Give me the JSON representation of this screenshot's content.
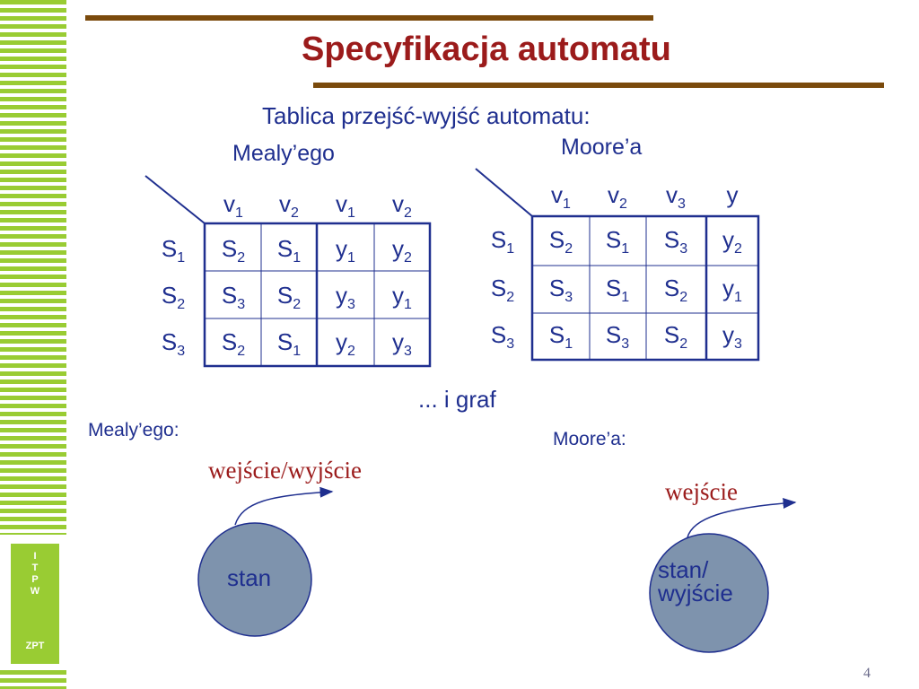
{
  "title": "Specyfikacja automatu",
  "subtitle": "Tablica przejść-wyjść automatu:",
  "mealy": {
    "label": "Mealy’ego",
    "columns": [
      [
        "v",
        "1"
      ],
      [
        "v",
        "2"
      ],
      [
        "v",
        "1"
      ],
      [
        "v",
        "2"
      ]
    ],
    "rows": [
      {
        "state": [
          "S",
          "1"
        ],
        "cells": [
          [
            "S",
            "2"
          ],
          [
            "S",
            "1"
          ],
          [
            "y",
            "1"
          ],
          [
            "y",
            "2"
          ]
        ]
      },
      {
        "state": [
          "S",
          "2"
        ],
        "cells": [
          [
            "S",
            "3"
          ],
          [
            "S",
            "2"
          ],
          [
            "y",
            "3"
          ],
          [
            "y",
            "1"
          ]
        ]
      },
      {
        "state": [
          "S",
          "3"
        ],
        "cells": [
          [
            "S",
            "2"
          ],
          [
            "S",
            "1"
          ],
          [
            "y",
            "2"
          ],
          [
            "y",
            "3"
          ]
        ]
      }
    ]
  },
  "moore": {
    "label": "Moore’a",
    "columns": [
      [
        "v",
        "1"
      ],
      [
        "v",
        "2"
      ],
      [
        "v",
        "3"
      ],
      [
        "y",
        ""
      ]
    ],
    "rows": [
      {
        "state": [
          "S",
          "1"
        ],
        "cells": [
          [
            "S",
            "2"
          ],
          [
            "S",
            "1"
          ],
          [
            "S",
            "3"
          ],
          [
            "y",
            "2"
          ]
        ]
      },
      {
        "state": [
          "S",
          "2"
        ],
        "cells": [
          [
            "S",
            "3"
          ],
          [
            "S",
            "1"
          ],
          [
            "S",
            "2"
          ],
          [
            "y",
            "1"
          ]
        ]
      },
      {
        "state": [
          "S",
          "3"
        ],
        "cells": [
          [
            "S",
            "1"
          ],
          [
            "S",
            "3"
          ],
          [
            "S",
            "2"
          ],
          [
            "y",
            "3"
          ]
        ]
      }
    ]
  },
  "graf_label": "... i graf",
  "mealy_graph": {
    "label": "Mealy’ego:",
    "arc_label": "wejście/wyjście",
    "node_label": "stan"
  },
  "moore_graph": {
    "label": "Moore’a:",
    "arc_label": "wejście",
    "node_label_line1": "stan/",
    "node_label_line2": "wyjście"
  },
  "badge": {
    "letters": [
      "I",
      "T",
      "P",
      "W"
    ],
    "footer": "ZPT"
  },
  "page_number": "4",
  "colors": {
    "stripe": "#99cc33",
    "bar": "#7a4a0c",
    "title": "#9b1b1b",
    "text": "#1f2f8f",
    "node_fill": "#7e93ad"
  }
}
